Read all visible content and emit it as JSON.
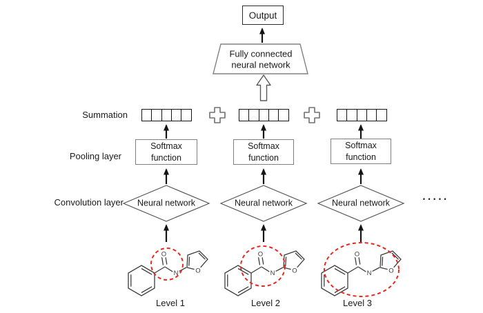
{
  "figure": {
    "output": {
      "label": "Output"
    },
    "fully_connected": {
      "line1": "Fully connected",
      "line2": "neural network"
    },
    "row_labels": {
      "summation": "Summation",
      "pooling": "Pooling layer",
      "convolution": "Convolution layer"
    },
    "vector_cells": 5,
    "ellipsis": "•••••",
    "icons": {
      "plus": "outlined-plus-operator",
      "hollow_arrow": "hollow-up-arrow",
      "solid_arrow": "solid-up-arrow"
    },
    "molecule": {
      "atom_carbonyl_oxygen": "O",
      "atom_nitrogen": "N",
      "atom_furan_oxygen": "O"
    },
    "columns": [
      {
        "softmax_line1": "Softmax",
        "softmax_line2": "function",
        "conv_label": "Neural network",
        "level": "Level 1"
      },
      {
        "softmax_line1": "Softmax",
        "softmax_line2": "function",
        "conv_label": "Neural network",
        "level": "Level 2"
      },
      {
        "softmax_line1": "Softmax",
        "softmax_line2": "function",
        "conv_label": "Neural network",
        "level": "Level 3"
      }
    ],
    "colors": {
      "highlight_red": "#e8281e",
      "shape_gray": "#808080",
      "line_black": "#141414"
    }
  }
}
